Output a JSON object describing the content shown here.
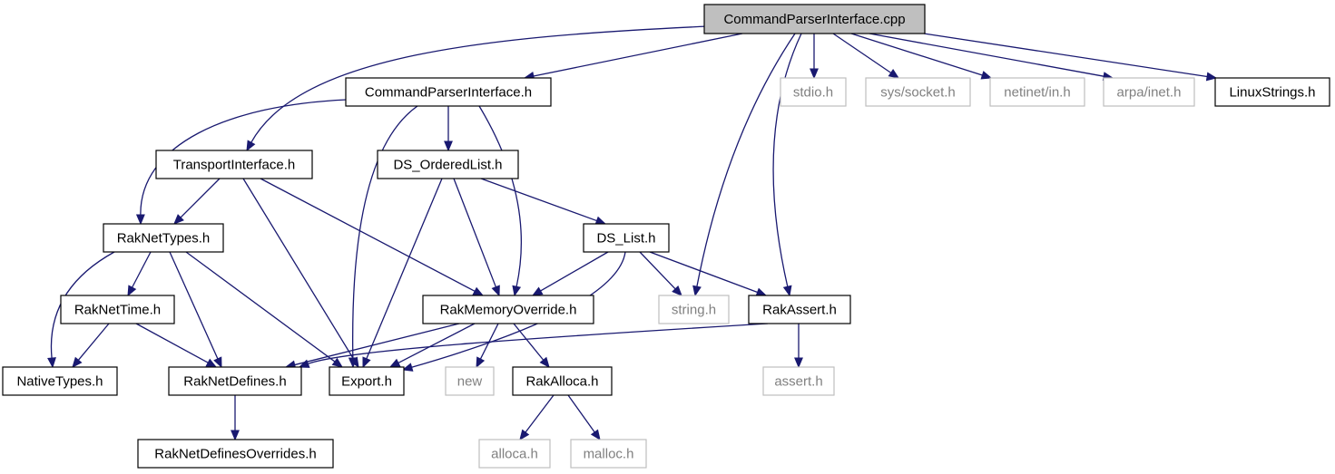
{
  "colors": {
    "edge": "#191970",
    "root_fill": "#bfbfbf",
    "node_border": "#000000",
    "external_border": "#bfbfbf",
    "external_text": "#808080",
    "text": "#000000"
  },
  "nodes": [
    {
      "id": "cpi_cpp",
      "label": "CommandParserInterface.cpp",
      "kind": "root"
    },
    {
      "id": "cpi_h",
      "label": "CommandParserInterface.h",
      "kind": "local"
    },
    {
      "id": "stdio",
      "label": "stdio.h",
      "kind": "external"
    },
    {
      "id": "syssocket",
      "label": "sys/socket.h",
      "kind": "external"
    },
    {
      "id": "netinet",
      "label": "netinet/in.h",
      "kind": "external"
    },
    {
      "id": "arpainet",
      "label": "arpa/inet.h",
      "kind": "external"
    },
    {
      "id": "linuxstrings",
      "label": "LinuxStrings.h",
      "kind": "local"
    },
    {
      "id": "transport",
      "label": "TransportInterface.h",
      "kind": "local"
    },
    {
      "id": "orderedlist",
      "label": "DS_OrderedList.h",
      "kind": "local"
    },
    {
      "id": "raknettypes",
      "label": "RakNetTypes.h",
      "kind": "local"
    },
    {
      "id": "dslist",
      "label": "DS_List.h",
      "kind": "local"
    },
    {
      "id": "raknettime",
      "label": "RakNetTime.h",
      "kind": "local"
    },
    {
      "id": "memoverride",
      "label": "RakMemoryOverride.h",
      "kind": "local"
    },
    {
      "id": "stringh",
      "label": "string.h",
      "kind": "external"
    },
    {
      "id": "rakassert",
      "label": "RakAssert.h",
      "kind": "local"
    },
    {
      "id": "nativetypes",
      "label": "NativeTypes.h",
      "kind": "local"
    },
    {
      "id": "raknetdefines",
      "label": "RakNetDefines.h",
      "kind": "local"
    },
    {
      "id": "export",
      "label": "Export.h",
      "kind": "local"
    },
    {
      "id": "new",
      "label": "new",
      "kind": "external"
    },
    {
      "id": "rakalloca",
      "label": "RakAlloca.h",
      "kind": "local"
    },
    {
      "id": "asserth",
      "label": "assert.h",
      "kind": "external"
    },
    {
      "id": "definesoverrides",
      "label": "RakNetDefinesOverrides.h",
      "kind": "local"
    },
    {
      "id": "allocah",
      "label": "alloca.h",
      "kind": "external"
    },
    {
      "id": "malloch",
      "label": "malloc.h",
      "kind": "external"
    }
  ],
  "edges": [
    {
      "from": "cpi_cpp",
      "to": "cpi_h"
    },
    {
      "from": "cpi_cpp",
      "to": "stdio"
    },
    {
      "from": "cpi_cpp",
      "to": "syssocket"
    },
    {
      "from": "cpi_cpp",
      "to": "netinet"
    },
    {
      "from": "cpi_cpp",
      "to": "arpainet"
    },
    {
      "from": "cpi_cpp",
      "to": "linuxstrings"
    },
    {
      "from": "cpi_cpp",
      "to": "transport"
    },
    {
      "from": "cpi_cpp",
      "to": "stringh"
    },
    {
      "from": "cpi_cpp",
      "to": "rakassert"
    },
    {
      "from": "cpi_h",
      "to": "raknettypes"
    },
    {
      "from": "cpi_h",
      "to": "export"
    },
    {
      "from": "cpi_h",
      "to": "orderedlist"
    },
    {
      "from": "cpi_h",
      "to": "memoverride"
    },
    {
      "from": "transport",
      "to": "raknettypes"
    },
    {
      "from": "transport",
      "to": "export"
    },
    {
      "from": "transport",
      "to": "memoverride"
    },
    {
      "from": "orderedlist",
      "to": "export"
    },
    {
      "from": "orderedlist",
      "to": "memoverride"
    },
    {
      "from": "orderedlist",
      "to": "dslist"
    },
    {
      "from": "raknettypes",
      "to": "nativetypes"
    },
    {
      "from": "raknettypes",
      "to": "raknettime"
    },
    {
      "from": "raknettypes",
      "to": "raknetdefines"
    },
    {
      "from": "raknettypes",
      "to": "export"
    },
    {
      "from": "dslist",
      "to": "memoverride"
    },
    {
      "from": "dslist",
      "to": "export"
    },
    {
      "from": "dslist",
      "to": "stringh"
    },
    {
      "from": "dslist",
      "to": "rakassert"
    },
    {
      "from": "raknettime",
      "to": "nativetypes"
    },
    {
      "from": "raknettime",
      "to": "raknetdefines"
    },
    {
      "from": "memoverride",
      "to": "raknetdefines"
    },
    {
      "from": "memoverride",
      "to": "export"
    },
    {
      "from": "memoverride",
      "to": "new"
    },
    {
      "from": "memoverride",
      "to": "rakalloca"
    },
    {
      "from": "rakassert",
      "to": "raknetdefines"
    },
    {
      "from": "rakassert",
      "to": "asserth"
    },
    {
      "from": "raknetdefines",
      "to": "definesoverrides"
    },
    {
      "from": "rakalloca",
      "to": "allocah"
    },
    {
      "from": "rakalloca",
      "to": "malloch"
    }
  ]
}
